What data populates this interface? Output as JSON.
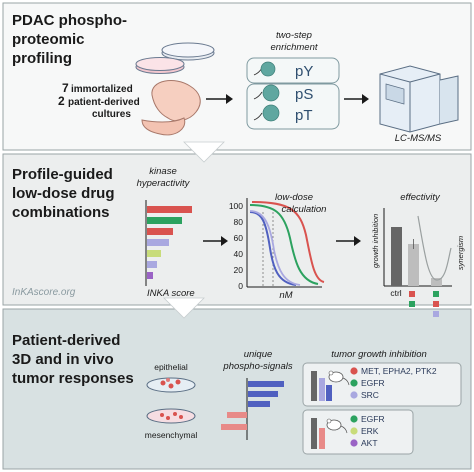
{
  "section1": {
    "title_line1": "PDAC phospho-",
    "title_line2": "proteomic",
    "title_line3": "profiling",
    "count_immortalized": "7",
    "label_immortalized": "immortalized",
    "count_patient": "2",
    "label_patient": "patient-derived",
    "label_cultures": "cultures",
    "enrichment_line1": "two-step",
    "enrichment_line2": "enrichment",
    "phospho_sites": [
      "pY",
      "pS",
      "pT"
    ],
    "instrument_label": "LC-MS/MS"
  },
  "section2": {
    "title_line1": "Profile-guided",
    "title_line2": "low-dose drug",
    "title_line3": "combinations",
    "hyperactivity_line1": "kinase",
    "hyperactivity_line2": "hyperactivity",
    "inka_label": "INKA score",
    "calc_line1": "low-dose",
    "calc_line2": "calculation",
    "yticks": [
      "100",
      "80",
      "60",
      "40",
      "20",
      "0"
    ],
    "xunit": "nM",
    "effectivity_label": "effectivity",
    "growth_label": "growth inhibition",
    "synergism_label": "synergism",
    "ctrl_label": "ctrl",
    "website": "InKAscore.org"
  },
  "section3": {
    "title_line1": "Patient-derived",
    "title_line2": "3D and in vivo",
    "title_line3": "tumor responses",
    "epithelial_label": "epithelial",
    "mesenchymal_label": "mesenchymal",
    "signals_line1": "unique",
    "signals_line2": "phospho-signals",
    "tgi_label": "tumor growth inhibition",
    "box1_targets": [
      "MET, EPHA2, PTK2",
      "EGFR",
      "SRC"
    ],
    "box2_targets": [
      "EGFR",
      "ERK",
      "AKT"
    ]
  },
  "colors": {
    "panel1": "#f7f8f8",
    "panel2": "#eceeee",
    "panel3": "#d8e1e2",
    "red": "#d9534f",
    "green": "#2ca25f",
    "blue": "#5060c0",
    "lavender": "#a9a8e0",
    "yellowgreen": "#c8dc7a",
    "purple": "#9a63c5",
    "teal": "#5fa7a0"
  },
  "icons": [
    "petri-dish-icon",
    "pancreas-icon",
    "arrow-right-icon",
    "mass-spec-instrument-icon",
    "mouse-icon",
    "tumor-cells-icon"
  ]
}
